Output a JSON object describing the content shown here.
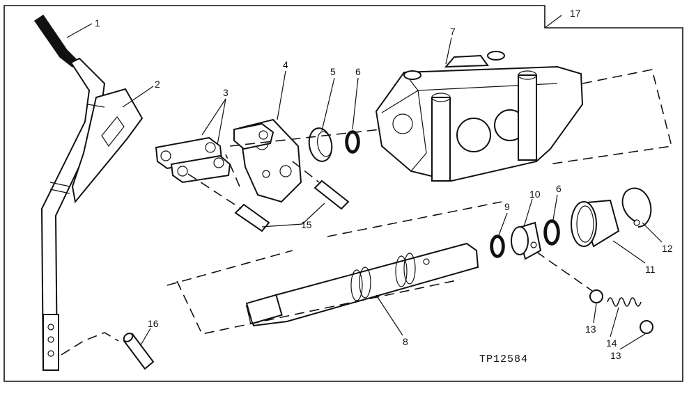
{
  "figure_code": "TP12584",
  "callouts": {
    "c1": "1",
    "c2": "2",
    "c3": "3",
    "c4": "4",
    "c5": "5",
    "c6a": "6",
    "c6b": "6",
    "c7": "7",
    "c8": "8",
    "c9": "9",
    "c10": "10",
    "c11": "11",
    "c12": "12",
    "c13a": "13",
    "c13b": "13",
    "c14": "14",
    "c15": "15",
    "c16": "16",
    "c17": "17"
  }
}
